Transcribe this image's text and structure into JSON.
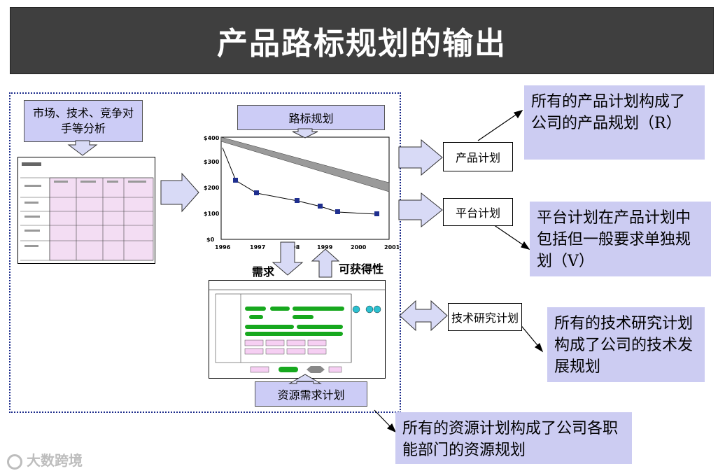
{
  "title": "产品路标规划的输出",
  "input_box": {
    "label": "市场、技术、竞争对手等分析"
  },
  "chart_box": {
    "label": "路标规划"
  },
  "resource_box": {
    "label": "资源需求计划"
  },
  "demand_label": "需求",
  "availability_label": "可获得性",
  "plans": {
    "product": "产品计划",
    "platform": "平台计划",
    "tech": "技术研究计划"
  },
  "notes": {
    "product": "所有的产品计划构成了公司的产品规划（R）",
    "platform": "平台计划在产品计划中包括但一般要求单独规划（V）",
    "tech": "所有的技术研究计划构成了公司的技术发展规划",
    "resource": "所有的资源计划构成了公司各职能部门的资源规划"
  },
  "watermark": "大数跨境",
  "mini_chart": {
    "x_ticks": [
      "1996",
      "1997",
      "1998",
      "1999",
      "2000",
      "2001"
    ],
    "y_ticks": [
      "$400",
      "$300",
      "$200",
      "$100",
      "$0"
    ],
    "colors": {
      "band": "#9a9a9a",
      "points": "#1f2f8f"
    }
  },
  "colors": {
    "title_bg": "#3f3f3f",
    "note_bg": "#ccccf2",
    "arrow_fill": "#d8daf6",
    "frame": "#1a2a8a"
  }
}
